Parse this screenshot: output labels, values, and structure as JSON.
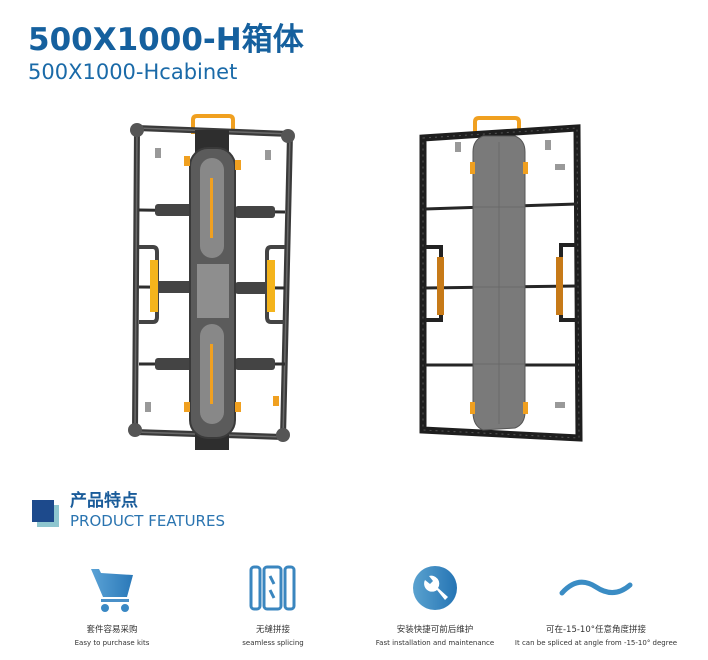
{
  "header": {
    "title_cn": "500X1000-H箱体",
    "title_en": "500X1000-Hcabinet"
  },
  "images": {
    "front_cabinet": "cabinet-front-view",
    "back_cabinet": "cabinet-back-view"
  },
  "section": {
    "title_cn": "产品特点",
    "title_en": "PRODUCT FEATURES"
  },
  "features": [
    {
      "icon": "shopping-cart-icon",
      "cn": "套件容易采购",
      "en": "Easy to purchase kits"
    },
    {
      "icon": "seamless-panels-icon",
      "cn": "无缝拼接",
      "en": "seamless splicing"
    },
    {
      "icon": "wrench-icon",
      "cn": "安装快捷可前后维护",
      "en": "Fast installation and maintenance"
    },
    {
      "icon": "wave-icon",
      "cn": "可在-15-10°任意角度拼接",
      "en": "It can be spliced at angle from -15-10° degree"
    }
  ],
  "colors": {
    "title": "#15609e",
    "accent_orange": "#f2a21a",
    "icon_blue": "#3a8cc4",
    "square_dark": "#1d4a8c",
    "square_light": "#8ec6cf"
  }
}
